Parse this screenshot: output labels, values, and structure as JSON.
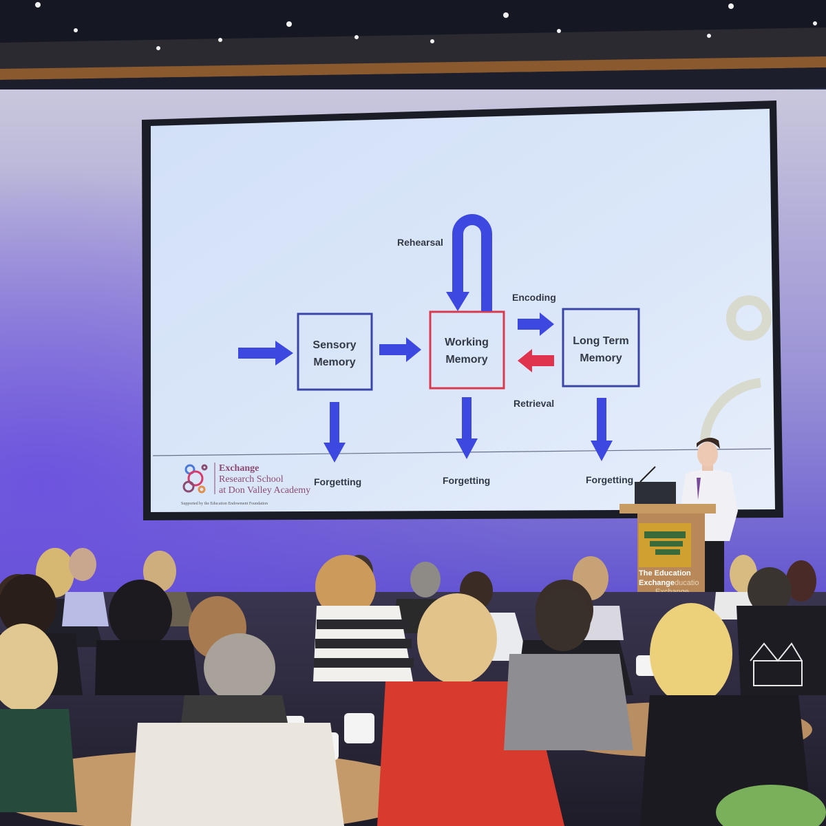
{
  "slide": {
    "boxes": {
      "sensory": [
        "Sensory",
        "Memory"
      ],
      "working": [
        "Working",
        "Memory"
      ],
      "long_term": [
        "Long Term",
        "Memory"
      ]
    },
    "labels": {
      "rehearsal": "Rehearsal",
      "encoding": "Encoding",
      "retrieval": "Retrieval",
      "forgetting": "Forgetting"
    },
    "logo": {
      "line1": "Exchange",
      "line2": "Research School",
      "line3": "at Don Valley Academy",
      "supported": "Supported by the Education Endowment Foundation"
    }
  },
  "lectern": {
    "line1": "The Education",
    "line2": "Exchange",
    "ghost1": "ducatio",
    "ghost2": "Exchange"
  },
  "colors": {
    "box_blue": "#3a45a8",
    "box_red": "#d83a4e",
    "arrow_blue": "#3c48e0",
    "arrow_red": "#e0344e",
    "screen": "#d5e3f8",
    "wall_purple": "#6a5ed8"
  }
}
